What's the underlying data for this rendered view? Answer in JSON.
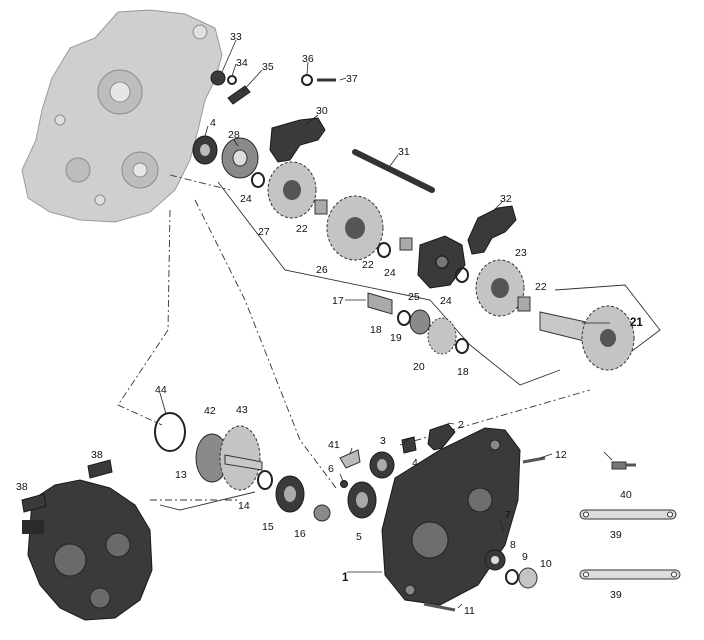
{
  "diagram": {
    "callouts": [
      "1",
      "2",
      "3",
      "4",
      "4",
      "5",
      "6",
      "7",
      "8",
      "9",
      "10",
      "11",
      "12",
      "13",
      "14",
      "15",
      "16",
      "17",
      "18",
      "18",
      "19",
      "20",
      "21",
      "22",
      "22",
      "22",
      "23",
      "24",
      "24",
      "24",
      "25",
      "26",
      "27",
      "28",
      "30",
      "31",
      "32",
      "33",
      "34",
      "35",
      "36",
      "37",
      "38",
      "38",
      "39",
      "39",
      "40",
      "41",
      "42",
      "43",
      "44"
    ]
  }
}
